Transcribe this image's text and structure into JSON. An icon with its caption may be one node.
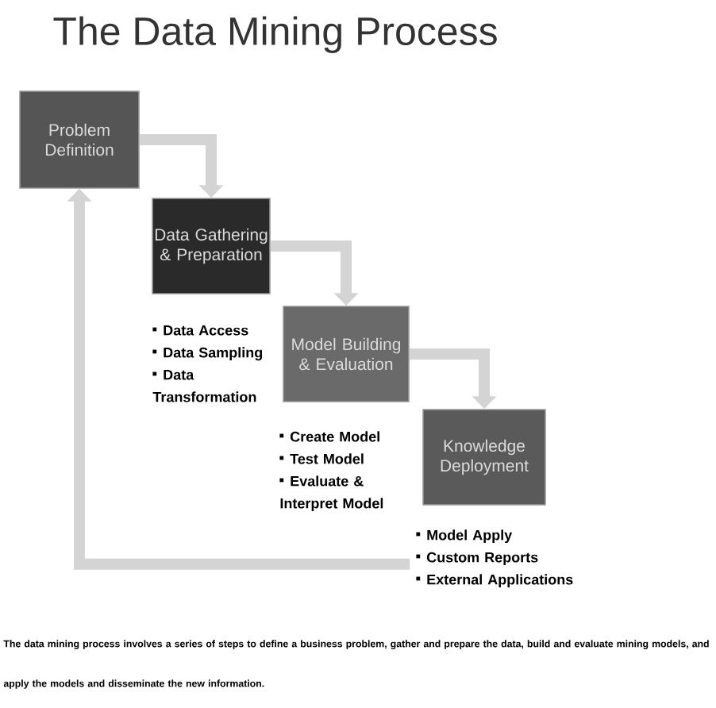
{
  "diagram": {
    "title": "The Data Mining Process",
    "caption": "The data mining process involves a series of steps to define a business problem, gather and prepare the data, build and evaluate mining models, and apply the models and disseminate the new information.",
    "nodes": [
      {
        "text": [
          "Problem Definition"
        ]
      },
      {
        "text": [
          "Data Gathering & Preparation"
        ],
        "beside": [
          "Data Access",
          "Data Sampling",
          "Data Transformation"
        ]
      },
      {
        "text": [
          "Model Building & Evaluation"
        ],
        "beside": [
          "Create Model",
          "Test Model",
          "Evaluate & Interpret Model"
        ]
      },
      {
        "text": [
          "Knowledge Deployment"
        ],
        "beside": [
          "Model Apply",
          "Custom Reports",
          "External Applications"
        ]
      }
    ],
    "edges": [
      {
        "from": 0,
        "to": 1,
        "arrow": "to"
      },
      {
        "from": 1,
        "to": 2,
        "arrow": "to"
      },
      {
        "from": 2,
        "to": 3,
        "arrow": "to"
      },
      {
        "from": 3,
        "to": 0,
        "arrow": "to"
      }
    ]
  }
}
